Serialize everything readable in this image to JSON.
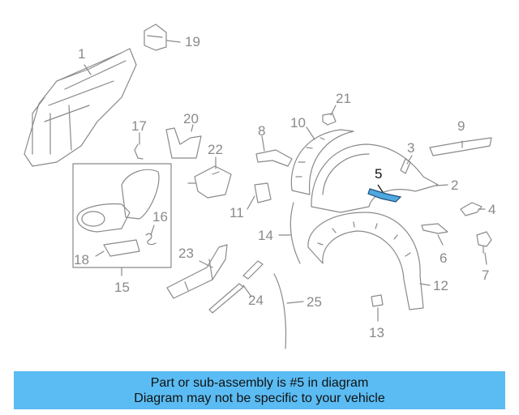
{
  "callouts": [
    "1",
    "2",
    "3",
    "4",
    "5",
    "6",
    "7",
    "8",
    "9",
    "10",
    "11",
    "12",
    "13",
    "14",
    "15",
    "16",
    "17",
    "18",
    "19",
    "20",
    "21",
    "22",
    "23",
    "24",
    "25"
  ],
  "highlight_part": "5",
  "colors": {
    "line": "#8a8a8a",
    "highlight": "#4fa8e0",
    "banner": "#5bbcf3",
    "text": "#111111"
  },
  "banner": {
    "line1": "Part or sub-assembly is #5 in diagram",
    "line2": "Diagram may not be specific to your vehicle"
  }
}
